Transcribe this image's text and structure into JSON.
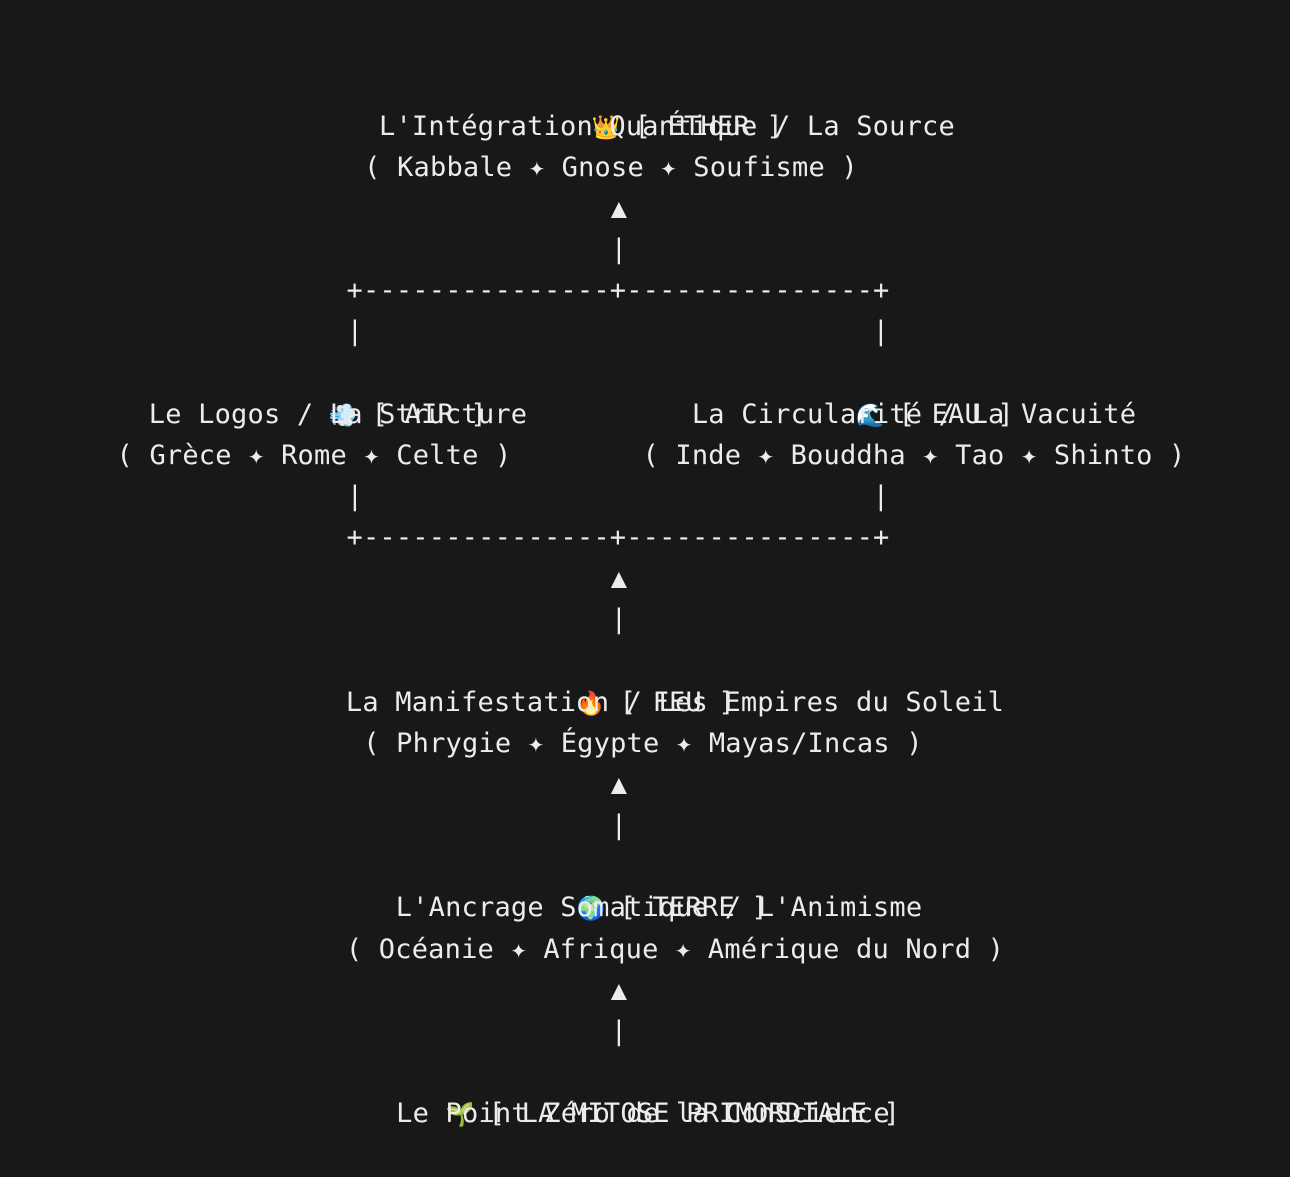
{
  "colors": {
    "background": "#181818",
    "text": "#ececec"
  },
  "ether": {
    "icon": "crown-icon",
    "emoji": "👑",
    "title": "[ ÉTHER ]",
    "subtitle": "L'Intégration Quantique / La Source",
    "traditions": "( Kabbale ✦ Gnose ✦ Soufisme )"
  },
  "air": {
    "icon": "wind-icon",
    "emoji": "💨",
    "title": "[ AIR ]",
    "subtitle": "Le Logos / La Structure",
    "traditions": "( Grèce ✦ Rome ✦ Celte )"
  },
  "eau": {
    "icon": "wave-icon",
    "emoji": "🌊",
    "title": "[ EAU ]",
    "subtitle": "La Circularité / La Vacuité",
    "traditions": "( Inde ✦ Bouddha ✦ Tao ✦ Shinto )"
  },
  "feu": {
    "icon": "fire-icon",
    "emoji": "🔥",
    "title": "[ FEU ]",
    "subtitle": "La Manifestation / Les Empires du Soleil",
    "traditions": "( Phrygie ✦ Égypte ✦ Mayas/Incas )"
  },
  "terre": {
    "icon": "globe-icon",
    "emoji": "🌍",
    "title": "[ TERRE ]",
    "subtitle": "L'Ancrage Somatique / L'Animisme",
    "traditions": "( Océanie ✦ Afrique ✦ Amérique du Nord )"
  },
  "mitose": {
    "icon": "seedling-icon",
    "emoji": "🌱",
    "title": "[ LA MITOSE PRIMORDIALE ]",
    "subtitle": "Le Point Zéro de la ConScience"
  },
  "connectors": {
    "arrow": "▲",
    "vertical": "|",
    "branch": "+---------------+---------------+"
  }
}
